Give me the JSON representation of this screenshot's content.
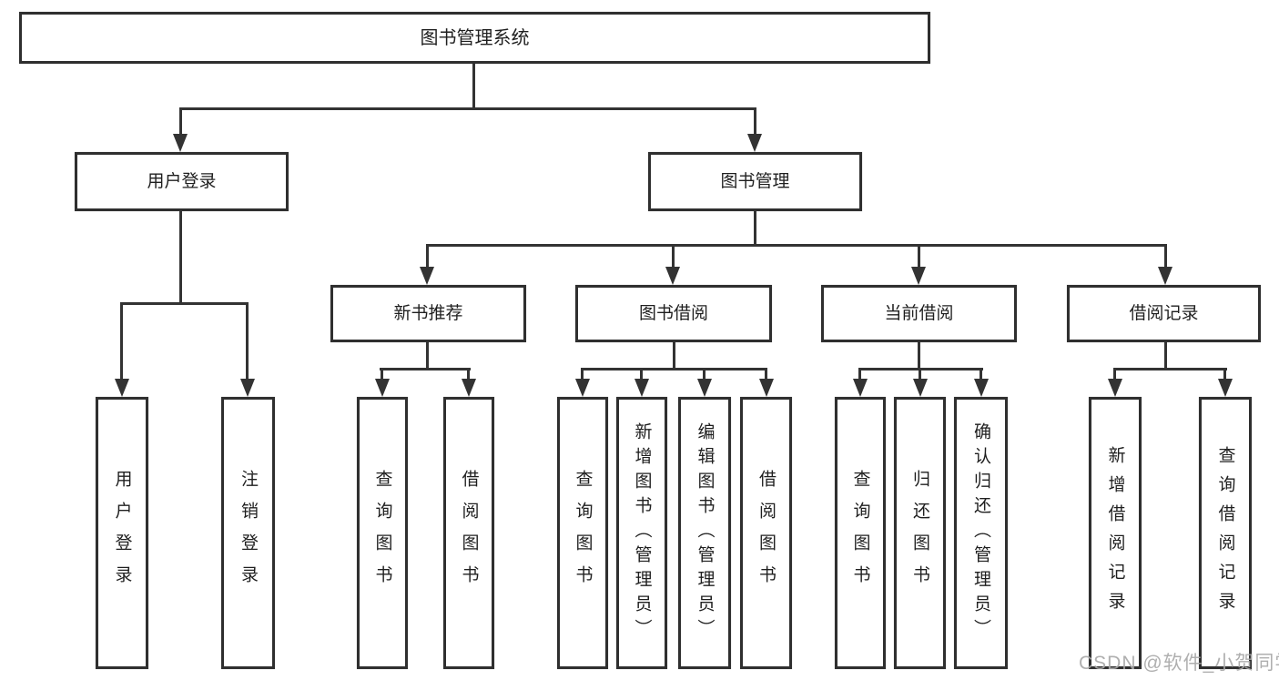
{
  "diagram": {
    "title": "图书管理系统",
    "level2": {
      "user_login": "用户登录",
      "book_mgmt": "图书管理"
    },
    "level3": {
      "new_book_rec": "新书推荐",
      "book_borrow": "图书借阅",
      "current_borrow": "当前借阅",
      "borrow_records": "借阅记录"
    },
    "leaves": {
      "user_login": "用户登录",
      "logout": "注销登录",
      "rec_query_books": "查询图书",
      "rec_borrow_books": "借阅图书",
      "bb_query_books": "查询图书",
      "bb_add_book_admin": "新增图书（管理员）",
      "bb_edit_book_admin": "编辑图书（管理员）",
      "bb_borrow_books": "借阅图书",
      "cb_query_books": "查询图书",
      "cb_return_books": "归还图书",
      "cb_confirm_return_admin": "确认归还（管理员）",
      "br_add_record": "新增借阅记录",
      "br_query_record": "查询借阅记录"
    },
    "watermark": "CSDN @软件_小贺同学",
    "colors": {
      "line": "#333333",
      "box_border": "#2f2f2f",
      "box_fill": "#ffffff",
      "text": "#1f1f1f",
      "watermark": "#a8a8a8",
      "background": "#ffffff"
    }
  }
}
